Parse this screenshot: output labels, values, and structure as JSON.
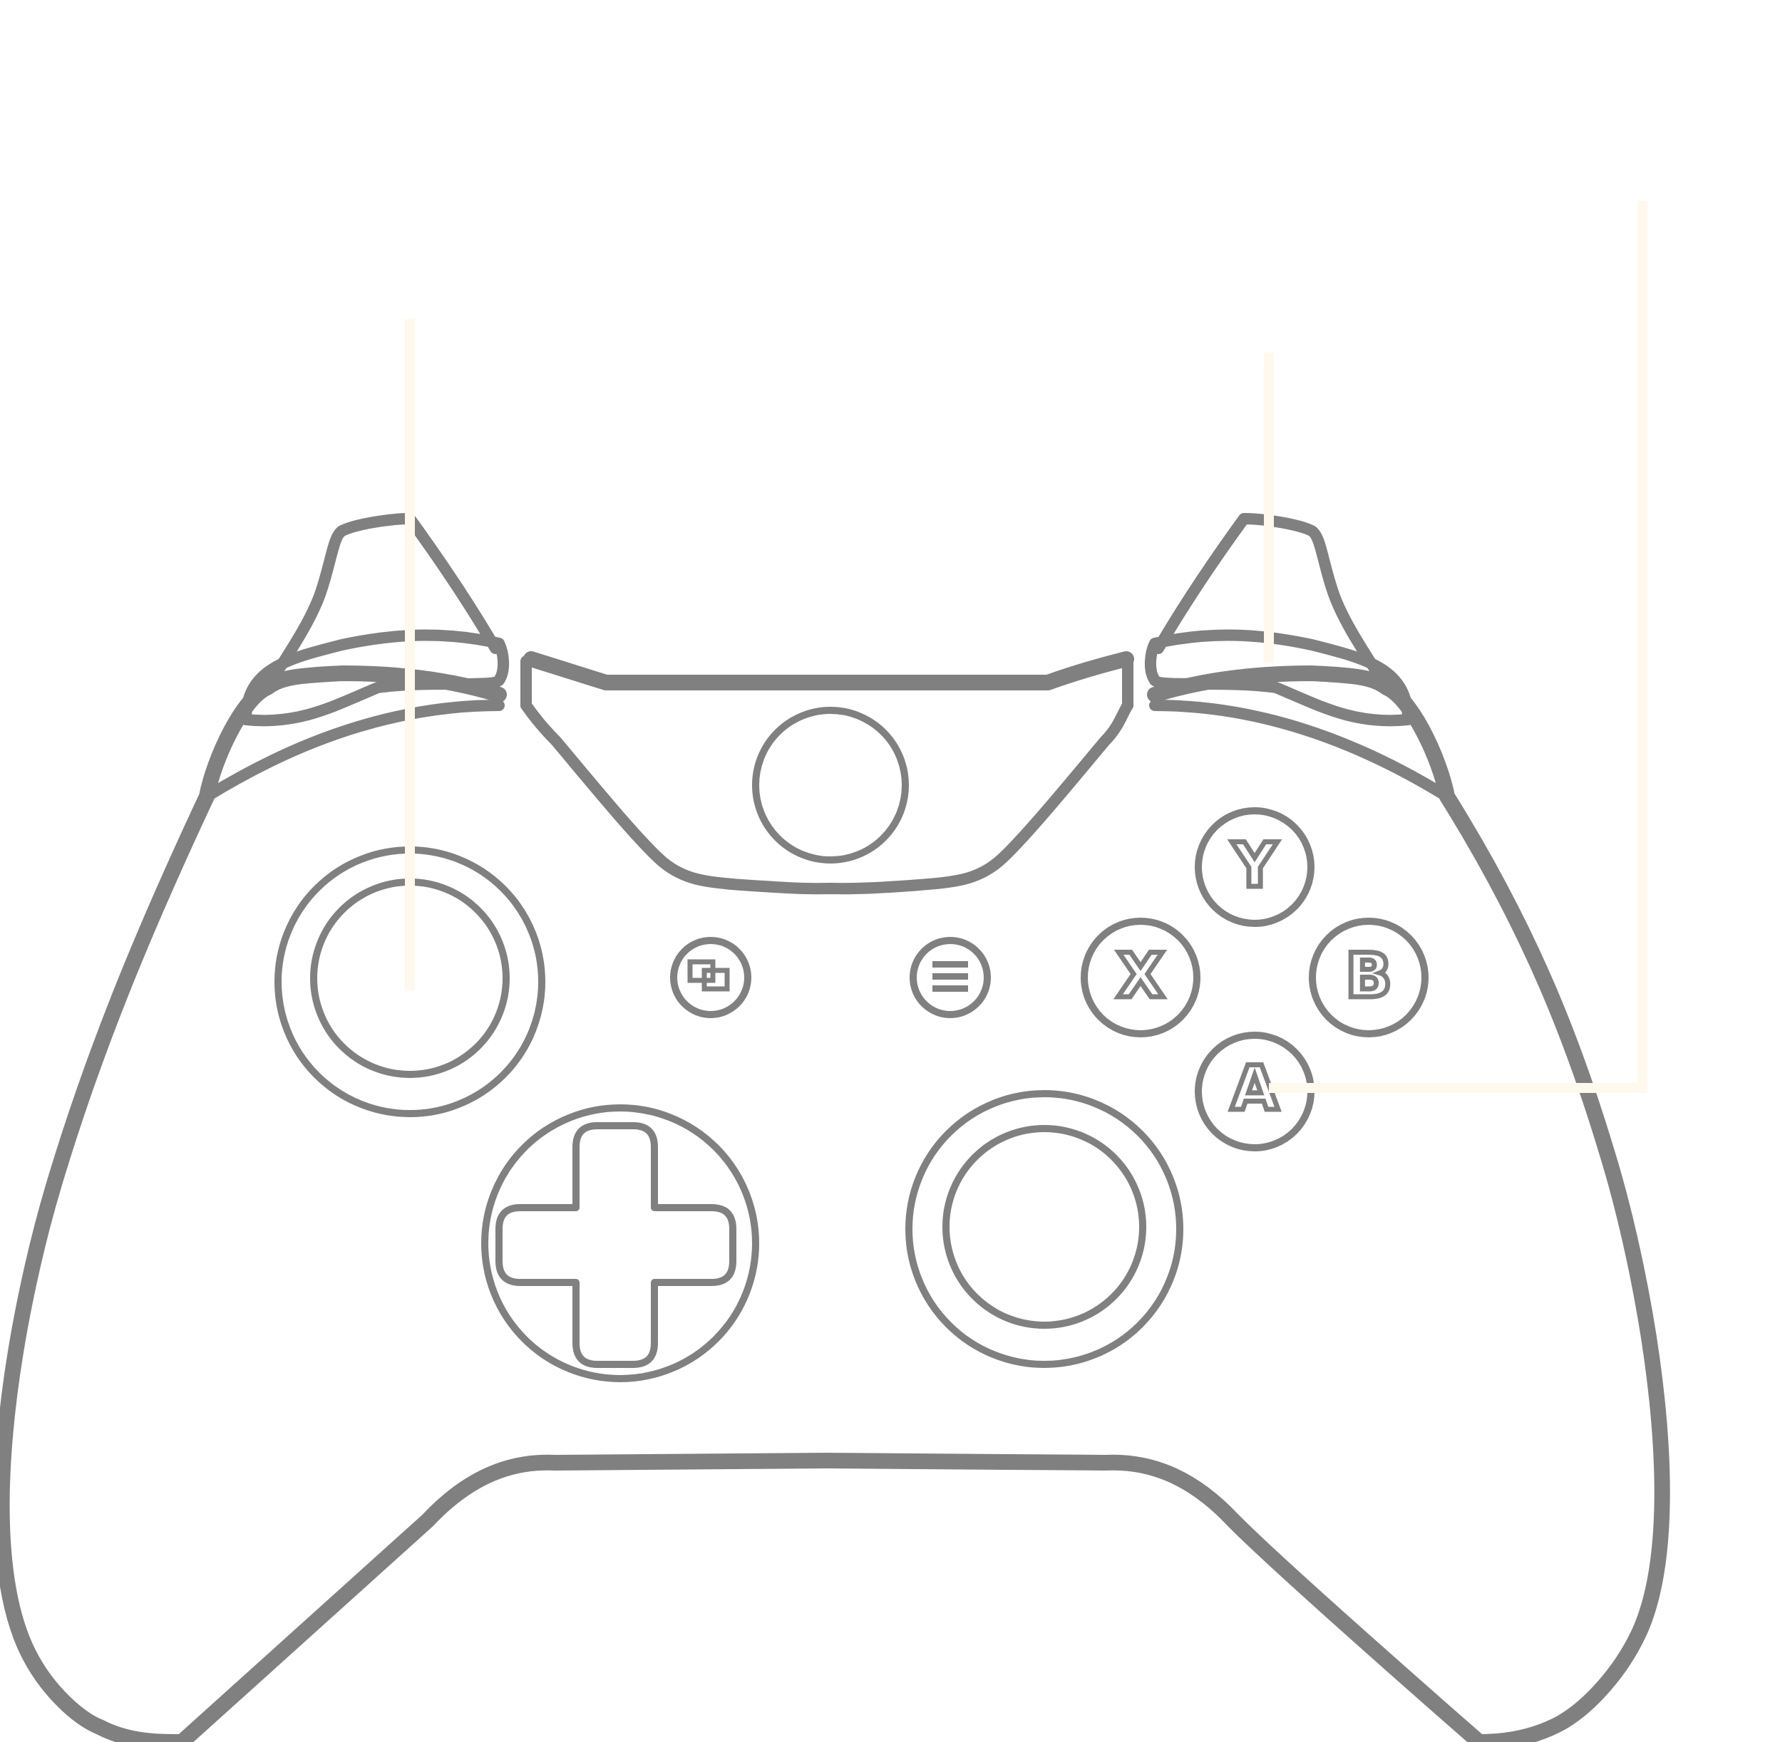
{
  "colors": {
    "outline": "#808080",
    "leader": "#fff8ec",
    "background": "#ffffff"
  },
  "face_buttons": {
    "y": "Y",
    "x": "X",
    "b": "B",
    "a": "A"
  },
  "icons": {
    "view": "view-icon",
    "menu": "menu-icon",
    "guide": "guide-button",
    "dpad": "dpad-icon"
  }
}
